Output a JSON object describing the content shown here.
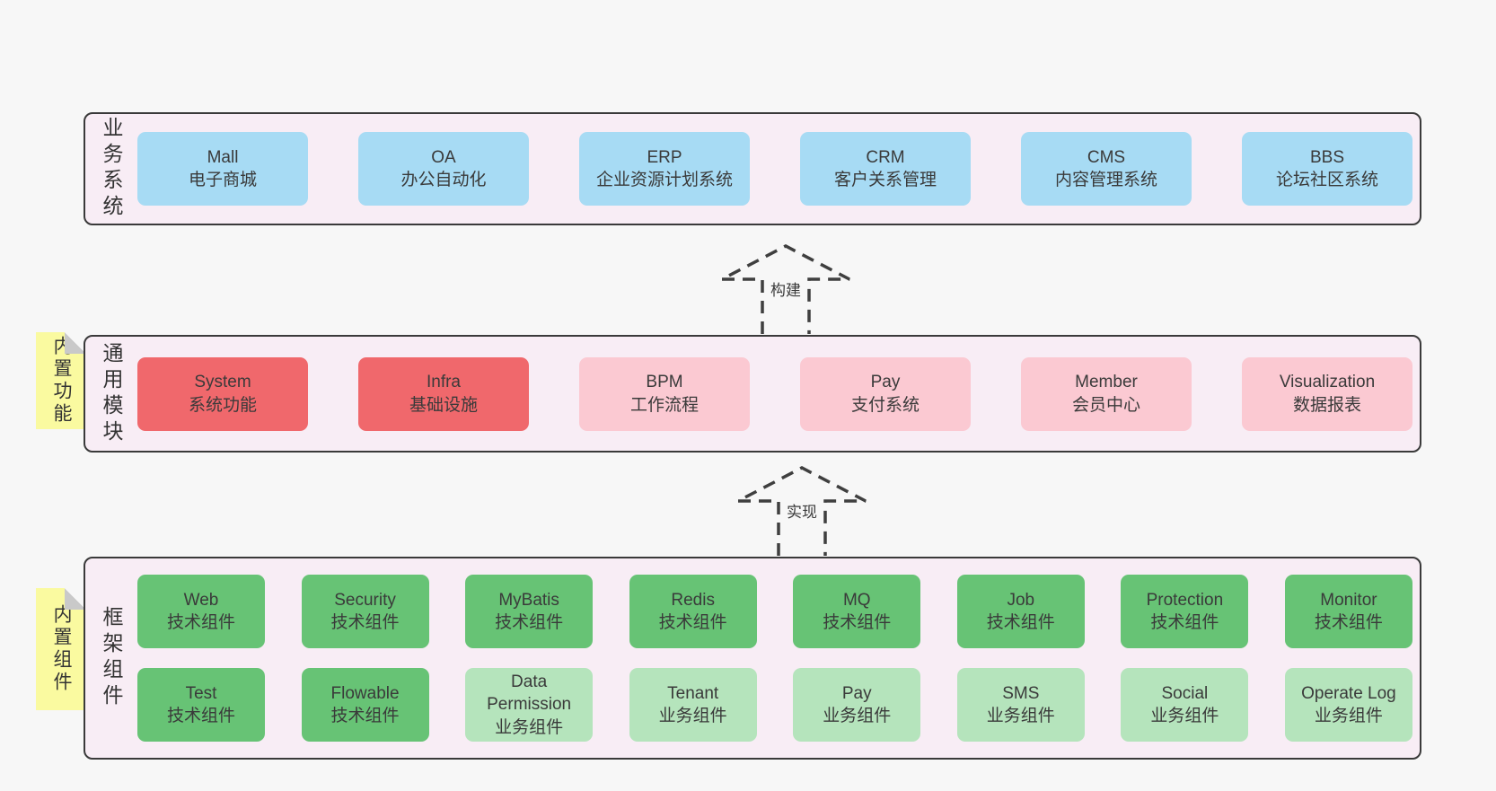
{
  "palette": {
    "page_bg": "#f7f7f7",
    "panel_bg": "#f8edf5",
    "panel_border": "#3a3a3a",
    "blue_box": "#a7dbf4",
    "red_box": "#f0686c",
    "pink_box": "#fbc9d2",
    "green_box": "#67c375",
    "light_green_box": "#b5e4bc",
    "note_bg": "#fafaa0",
    "note_fold": "#c9c9c9",
    "text": "#333333"
  },
  "arrows": [
    {
      "label": "构建"
    },
    {
      "label": "实现"
    }
  ],
  "layers": [
    {
      "label": "业务系统",
      "items": [
        {
          "name": "Mall",
          "desc": "电子商城"
        },
        {
          "name": "OA",
          "desc": "办公自动化"
        },
        {
          "name": "ERP",
          "desc": "企业资源计划系统"
        },
        {
          "name": "CRM",
          "desc": "客户关系管理"
        },
        {
          "name": "CMS",
          "desc": "内容管理系统"
        },
        {
          "name": "BBS",
          "desc": "论坛社区系统"
        }
      ]
    },
    {
      "label": "通用模块",
      "note": "内置功能",
      "items": [
        {
          "name": "System",
          "desc": "系统功能"
        },
        {
          "name": "Infra",
          "desc": "基础设施"
        },
        {
          "name": "BPM",
          "desc": "工作流程"
        },
        {
          "name": "Pay",
          "desc": "支付系统"
        },
        {
          "name": "Member",
          "desc": "会员中心"
        },
        {
          "name": "Visualization",
          "desc": "数据报表"
        }
      ]
    },
    {
      "label": "框架组件",
      "note": "内置组件",
      "rows": [
        [
          {
            "name": "Web",
            "desc": "技术组件"
          },
          {
            "name": "Security",
            "desc": "技术组件"
          },
          {
            "name": "MyBatis",
            "desc": "技术组件"
          },
          {
            "name": "Redis",
            "desc": "技术组件"
          },
          {
            "name": "MQ",
            "desc": "技术组件"
          },
          {
            "name": "Job",
            "desc": "技术组件"
          },
          {
            "name": "Protection",
            "desc": "技术组件"
          },
          {
            "name": "Monitor",
            "desc": "技术组件"
          }
        ],
        [
          {
            "name": "Test",
            "desc": "技术组件"
          },
          {
            "name": "Flowable",
            "desc": "技术组件"
          },
          {
            "name": "Data Permission",
            "desc": "业务组件"
          },
          {
            "name": "Tenant",
            "desc": "业务组件"
          },
          {
            "name": "Pay",
            "desc": "业务组件"
          },
          {
            "name": "SMS",
            "desc": "业务组件"
          },
          {
            "name": "Social",
            "desc": "业务组件"
          },
          {
            "name": "Operate Log",
            "desc": "业务组件"
          }
        ]
      ]
    }
  ]
}
